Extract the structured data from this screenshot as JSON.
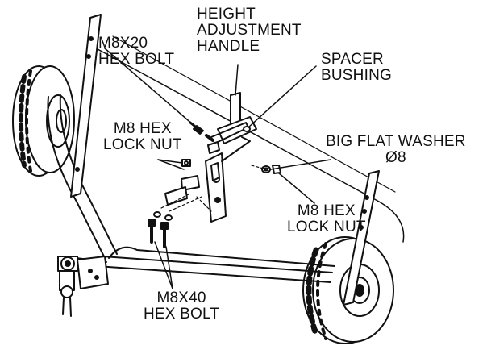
{
  "callouts": {
    "height_adjustment_handle": {
      "lines": [
        "HEIGHT",
        "ADJUSTMENT",
        "HANDLE"
      ]
    },
    "m8x20_hex_bolt": {
      "lines": [
        "M8X20",
        "HEX BOLT"
      ]
    },
    "spacer_bushing": {
      "lines": [
        "SPACER",
        "BUSHING"
      ]
    },
    "m8_hex_lock_nut_left": {
      "lines": [
        "M8 HEX",
        "LOCK NUT"
      ]
    },
    "big_flat_washer": {
      "lines": [
        "BIG FLAT WASHER",
        "Ø8"
      ]
    },
    "m8_hex_lock_nut_right": {
      "lines": [
        "M8 HEX",
        "LOCK NUT"
      ]
    },
    "m8x40_hex_bolt": {
      "lines": [
        "M8X40",
        "HEX BOLT"
      ]
    }
  },
  "colors": {
    "ink": "#111111",
    "paper": "#ffffff"
  }
}
